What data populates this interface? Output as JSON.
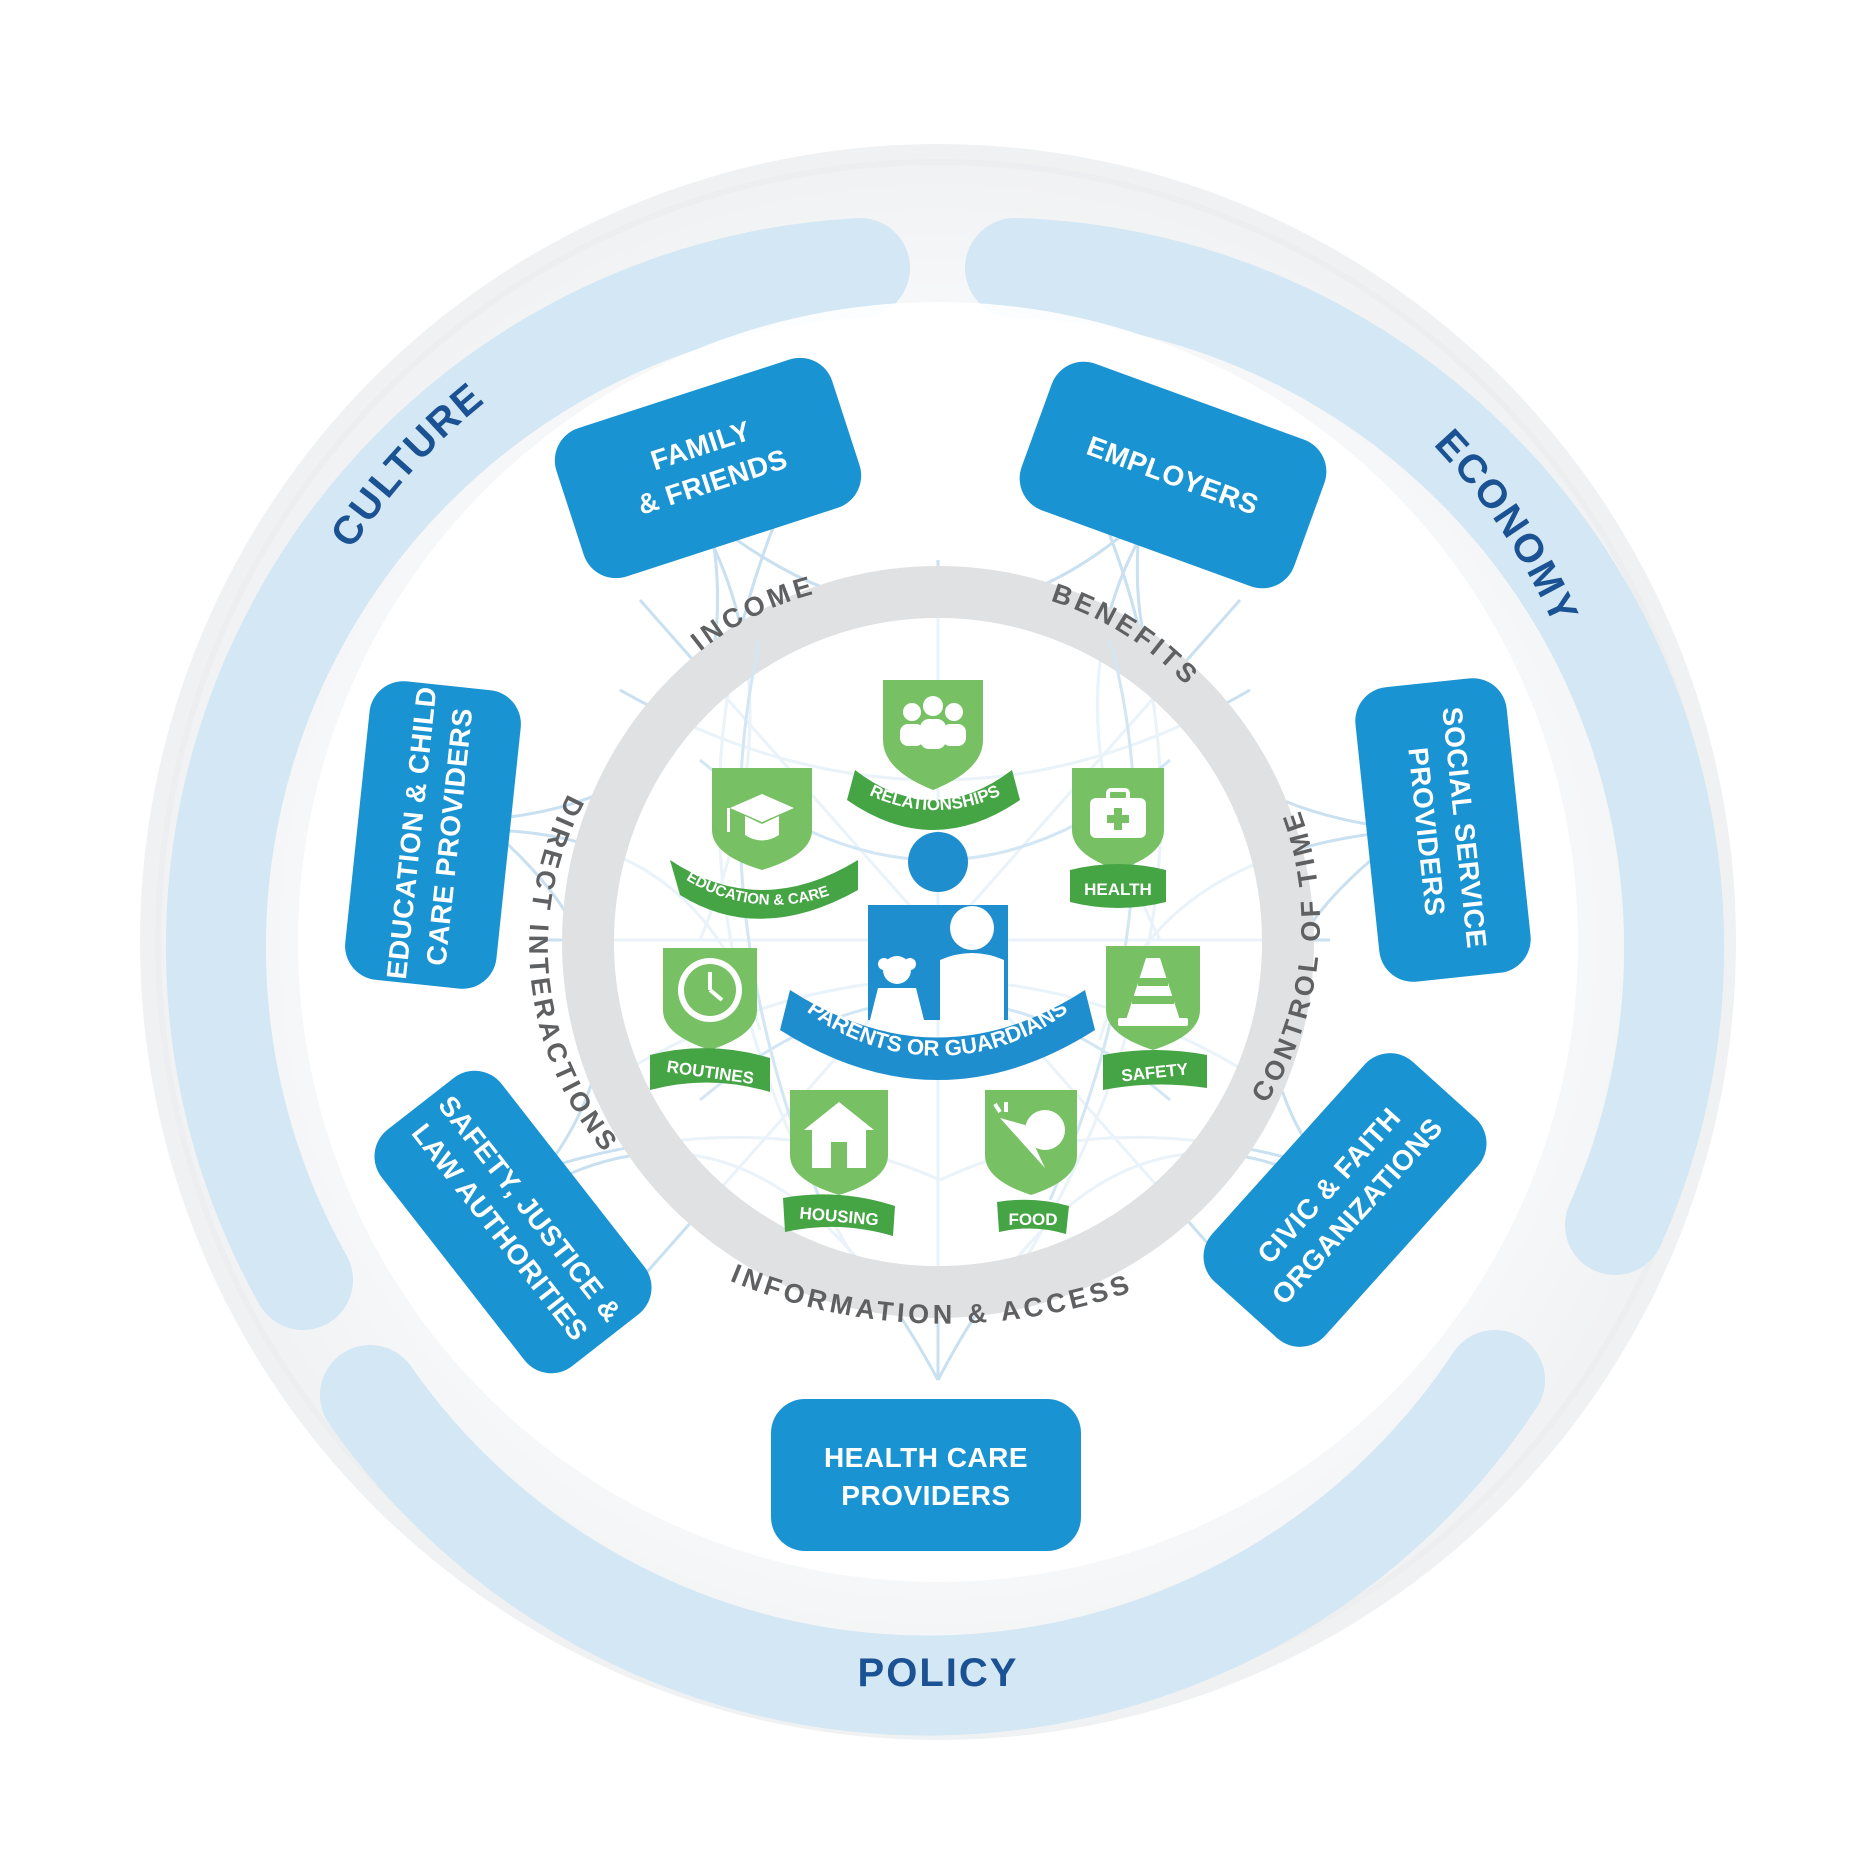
{
  "outer_ring": {
    "culture": "CULTURE",
    "economy": "ECONOMY",
    "policy": "POLICY"
  },
  "middle_ring": {
    "income": "INCOME",
    "benefits": "BENEFITS",
    "control_of_time": "CONTROL OF TIME",
    "information_access": "INFORMATION & ACCESS",
    "direct_interactions": "DIRECT INTERACTIONS"
  },
  "stakeholders": {
    "family_friends": [
      "FAMILY",
      "& FRIENDS"
    ],
    "employers": [
      "EMPLOYERS"
    ],
    "social_service": [
      "SOCIAL SERVICE",
      "PROVIDERS"
    ],
    "civic_faith": [
      "CIVIC & FAITH",
      "ORGANIZATIONS"
    ],
    "health_care": [
      "HEALTH CARE",
      "PROVIDERS"
    ],
    "safety_justice": [
      "SAFETY, JUSTICE &",
      "LAW AUTHORITIES"
    ],
    "education_child": [
      "EDUCATION & CHILD",
      "CARE PROVIDERS"
    ]
  },
  "needs": {
    "relationships": "RELATIONSHIPS",
    "education_care": "EDUCATION & CARE",
    "health": "HEALTH",
    "routines": "ROUTINES",
    "safety": "SAFETY",
    "housing": "HOUSING",
    "food": "FOOD"
  },
  "center": {
    "label": "PARENTS OR GUARDIANS"
  },
  "colors": {
    "stakeholder_blue": "#1a93d2",
    "need_green": "#77c164",
    "need_dark_green": "#45a444",
    "outer_band": "#d3e7f4",
    "outer_label": "#1b5293",
    "ring_gray": "#dddedf",
    "ring_label": "#5f6062",
    "web_lines": "#c5dff0",
    "center_blue": "#1f8ecf"
  }
}
